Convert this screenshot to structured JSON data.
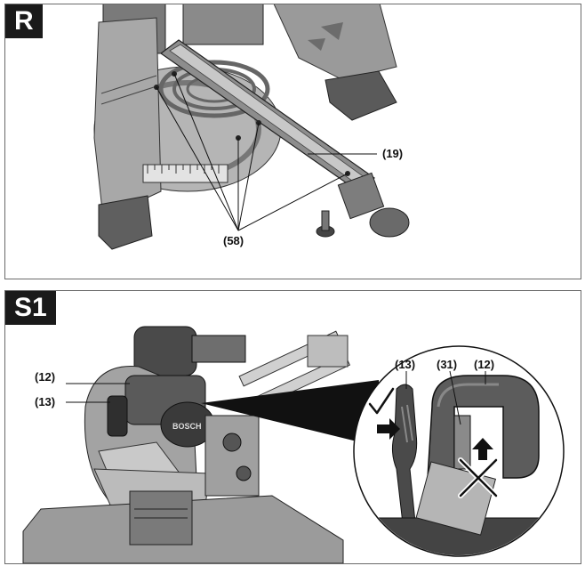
{
  "panel_r": {
    "tag": "R",
    "callouts": {
      "rail": "(19)",
      "screws": "(58)"
    }
  },
  "panel_s1": {
    "tag": "S1",
    "callouts": {
      "handle_left": "(12)",
      "lever_left": "(13)",
      "lever_detail": "(13)",
      "lock_detail": "(31)",
      "handle_detail": "(12)"
    },
    "brand": "BOSCH"
  }
}
